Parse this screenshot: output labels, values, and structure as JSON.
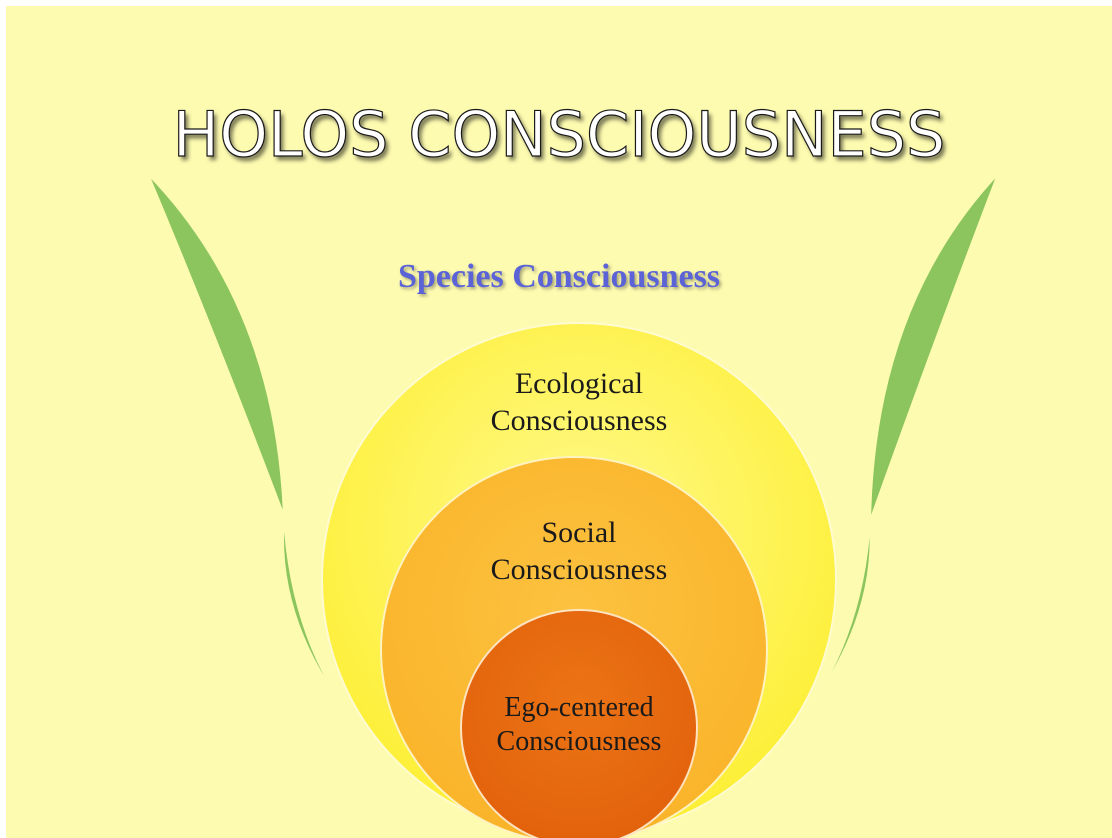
{
  "title": "HOLOS CONSCIOUSNESS",
  "species": "Species Consciousness",
  "circles": {
    "ecological": [
      "Ecological",
      "Consciousness"
    ],
    "social": [
      "Social",
      "Consciousness"
    ],
    "ego": [
      "Ego-centered",
      "Consciousness"
    ]
  },
  "colors": {
    "background": "#fdfbb0",
    "leaf": "#8cc55e",
    "ecological": "#fdf346",
    "social": "#fbb92f",
    "ego": "#e8690f",
    "species_text": "#5b63d6"
  }
}
